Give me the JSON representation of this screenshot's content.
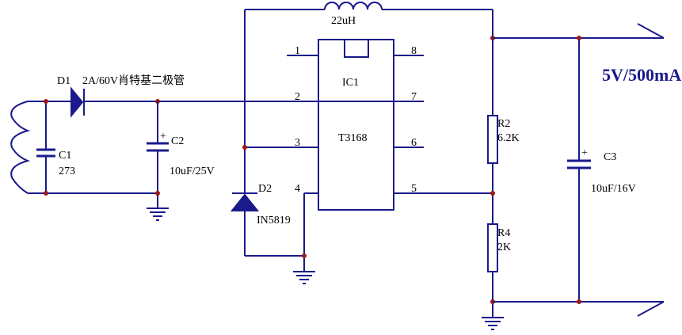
{
  "labels": {
    "inductor": "22uH",
    "output": "5V/500mA",
    "d1_name": "D1",
    "d1_spec": "2A/60V肖特基二极管",
    "c1_name": "C1",
    "c1_value": "273",
    "c2_name": "C2",
    "c2_value": "10uF/25V",
    "c3_name": "C3",
    "c3_value": "10uF/16V",
    "d2_name": "D2",
    "d2_value": "IN5819",
    "ic_name": "IC1",
    "ic_part": "T3168",
    "r2_name": "R2",
    "r2_value": "6.2K",
    "r4_name": "R4",
    "r4_value": "2K",
    "plus": "+"
  },
  "pins": {
    "p1": "1",
    "p2": "2",
    "p3": "3",
    "p4": "4",
    "p5": "5",
    "p6": "6",
    "p7": "7",
    "p8": "8"
  },
  "colors": {
    "wire": "#1a1a8c",
    "junction": "#a01818"
  }
}
